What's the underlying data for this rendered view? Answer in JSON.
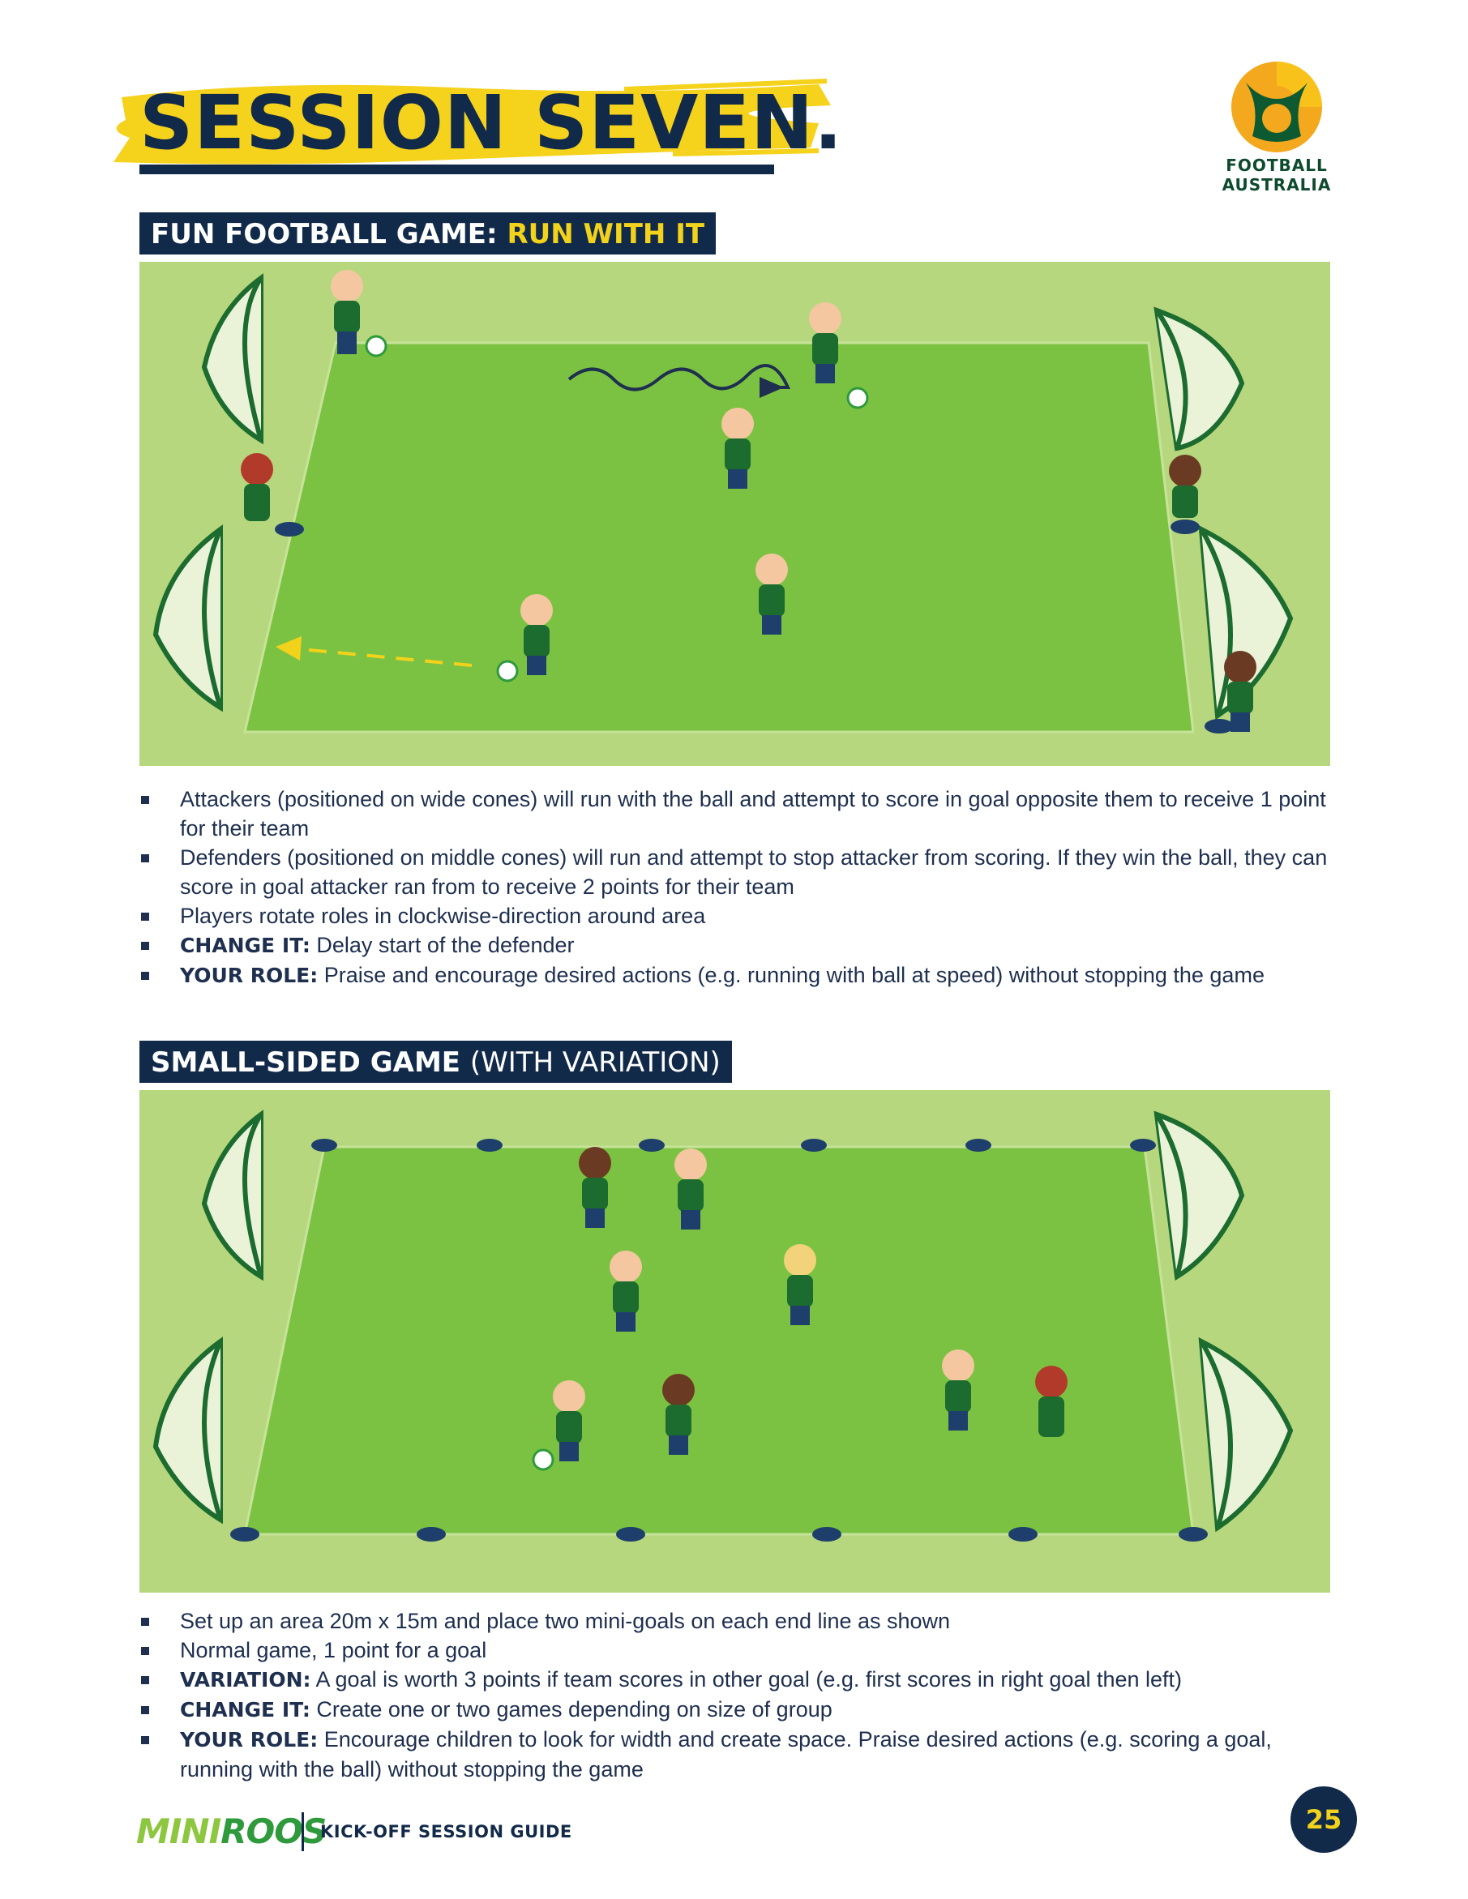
{
  "header": {
    "title": "SESSION SEVEN.",
    "logo_text_1": "FOOTBALL",
    "logo_text_2": "AUSTRALIA"
  },
  "section1": {
    "heading_main": "FUN FOOTBALL GAME: ",
    "heading_accent": "RUN WITH IT",
    "bullets": [
      {
        "text": "Attackers (positioned on wide cones) will run with the ball and attempt to score in goal opposite them to receive 1 point for their team"
      },
      {
        "text": "Defenders (positioned on middle cones) will run and attempt to stop attacker from scoring. If they win the ball, they can score in goal attacker ran from to receive 2 points for their team"
      },
      {
        "text": "Players rotate roles in clockwise-direction around area"
      },
      {
        "label": "CHANGE IT:",
        "text": " Delay start of the defender"
      },
      {
        "label": "YOUR ROLE:",
        "text": " Praise and encourage desired actions (e.g. running with ball at speed) without stopping the game"
      }
    ]
  },
  "section2": {
    "heading_main": "SMALL-SIDED GAME ",
    "heading_light": "(WITH VARIATION)",
    "bullets": [
      {
        "text": "Set up an area 20m x 15m and place two mini-goals on each end line as shown"
      },
      {
        "text": "Normal game, 1 point for a goal"
      },
      {
        "label": "VARIATION:",
        "text": " A goal is worth 3 points if team scores in other goal (e.g. first scores in right goal then left)"
      },
      {
        "label": "CHANGE IT:",
        "text": " Create one or two games depending on size of group"
      },
      {
        "label": "YOUR ROLE:",
        "text": " Encourage children to look for width and create space. Praise desired actions (e.g. scoring a goal, running with the ball) without stopping the game"
      }
    ]
  },
  "footer": {
    "brand_1": "MINI",
    "brand_2": "ROOS",
    "guide": "KICK-OFF SESSION GUIDE",
    "page_number": "25"
  },
  "colors": {
    "navy": "#122a4a",
    "yellow": "#f2d21a",
    "pitch_light": "#b6d77e",
    "pitch_dark": "#7cc242",
    "brand_green": "#0d4a2e"
  }
}
